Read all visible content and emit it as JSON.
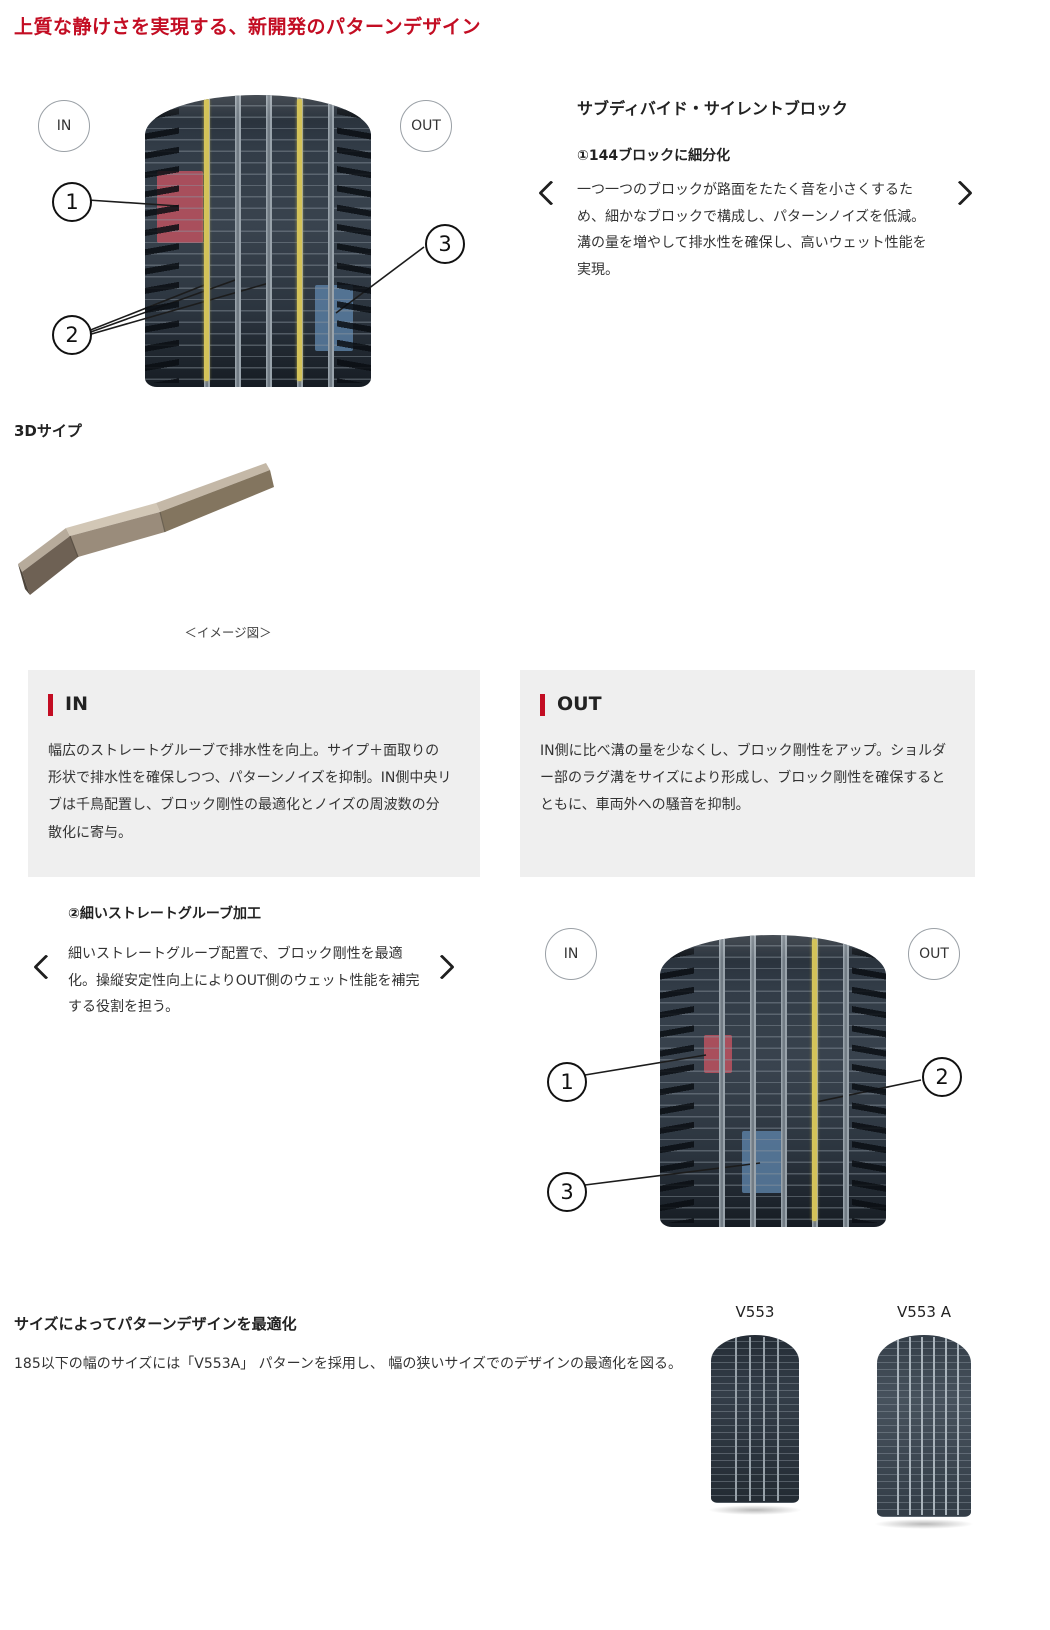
{
  "colors": {
    "accent": "#c30d23",
    "highlight_red": "#b8515e",
    "highlight_yellow": "#d9c757",
    "highlight_blue": "#5d82a8"
  },
  "page": {
    "title": "上質な静けさを実現する、新開発のパターンデザイン"
  },
  "carousel1": {
    "heading": "サブディバイド・サイレントブロック",
    "subheading": "①144ブロックに細分化",
    "body": "一つ一つのブロックが路面をたたく音を小さくするため、細かなブロックで構成し、パターンノイズを低減。溝の量を増やして排水性を確保し、高いウェット性能を実現。",
    "prev_icon": "chevron-left",
    "next_icon": "chevron-right"
  },
  "figure1": {
    "in_label": "IN",
    "out_label": "OUT",
    "callouts": [
      "1",
      "2",
      "3"
    ]
  },
  "sipe": {
    "heading": "3Dサイプ",
    "caption": "＜イメージ図＞"
  },
  "in_box": {
    "title": "IN",
    "body": "幅広のストレートグルーブで排水性を向上。サイプ＋面取りの形状で排水性を確保しつつ、パターンノイズを抑制。IN側中央リブは千鳥配置し、ブロック剛性の最適化とノイズの周波数の分散化に寄与。"
  },
  "out_box": {
    "title": "OUT",
    "body": "IN側に比べ溝の量を少なくし、ブロック剛性をアップ。ショルダー部のラグ溝をサイズにより形成し、ブロック剛性を確保するとともに、車両外への騒音を抑制。"
  },
  "carousel2": {
    "subheading": "②細いストレートグルーブ加工",
    "body": "細いストレートグルーブ配置で、ブロック剛性を最適化。操縦安定性向上によりOUT側のウェット性能を補完する役割を担う。",
    "prev_icon": "chevron-left",
    "next_icon": "chevron-right"
  },
  "figure2": {
    "in_label": "IN",
    "out_label": "OUT",
    "callouts": [
      "1",
      "2",
      "3"
    ]
  },
  "size_section": {
    "heading": "サイズによってパターンデザインを最適化",
    "body": "185以下の幅のサイズには「V553A」 パターンを採用し、 幅の狭いサイズでのデザインの最適化を図る。",
    "tire_a_label": "V553",
    "tire_b_label": "V553 A"
  }
}
